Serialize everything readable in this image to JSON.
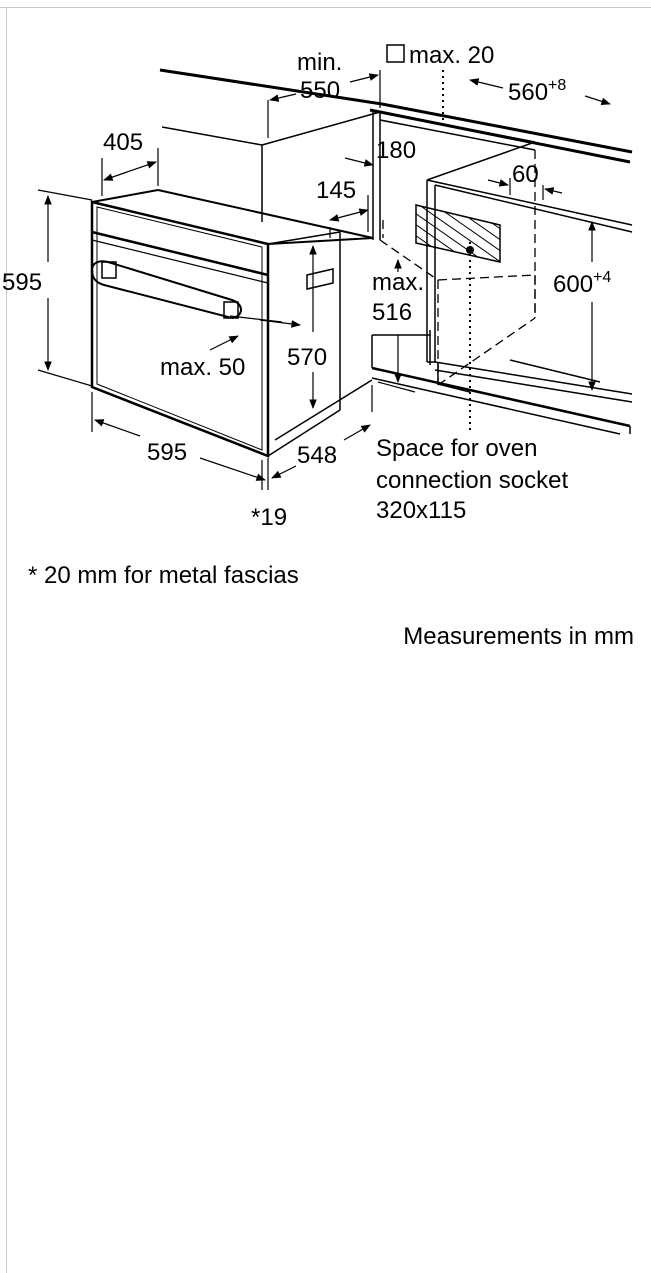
{
  "diagram": {
    "labels": {
      "min": "min.",
      "depth_550": "550",
      "vent_max": "max. 20",
      "niche_560": "560",
      "niche_560_tol": "+8",
      "depth_405": "405",
      "depth_180": "180",
      "depth_145": "145",
      "width_60": "60",
      "height_595": "595",
      "max": "max.",
      "height_516": "516",
      "niche_600": "600",
      "niche_600_tol": "+4",
      "max_50": "max. 50",
      "height_570": "570",
      "width_595": "595",
      "depth_548": "548",
      "fascia_19": "*19",
      "socket_line1": "Space for oven",
      "socket_line2": "connection socket",
      "socket_line3": "320x115"
    },
    "footnote": "* 20 mm for metal fascias",
    "units_note": "Measurements in mm"
  }
}
